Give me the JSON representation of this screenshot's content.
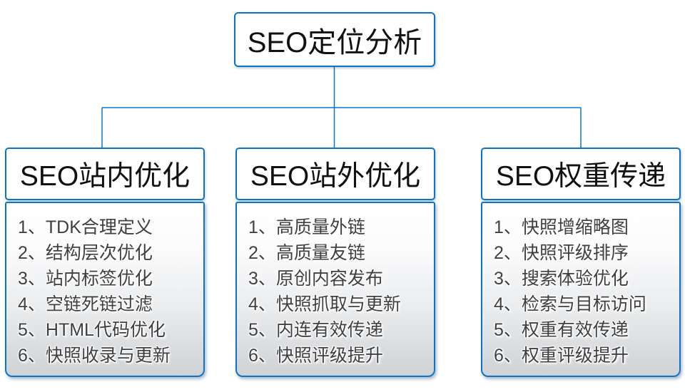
{
  "diagram": {
    "root": {
      "title": "SEO定位分析"
    },
    "branches": [
      {
        "title": "SEO站内优化",
        "items": [
          "1、TDK合理定义",
          "2、结构层次优化",
          "3、站内标签优化",
          "4、空链死链过滤",
          "5、HTML代码优化",
          "6、快照收录与更新"
        ]
      },
      {
        "title": "SEO站外优化",
        "items": [
          "1、高质量外链",
          "2、高质量友链",
          "3、原创内容发布",
          "4、快照抓取与更新",
          "5、内连有效传递",
          "6、快照评级提升"
        ]
      },
      {
        "title": "SEO权重传递",
        "items": [
          "1、快照增缩略图",
          "2、快照评级排序",
          "3、搜索体验优化",
          "4、检索与目标访问",
          "5、权重有效传递",
          "6、权重评级提升"
        ]
      }
    ],
    "colors": {
      "accent_blue": "#0d74c5"
    }
  }
}
